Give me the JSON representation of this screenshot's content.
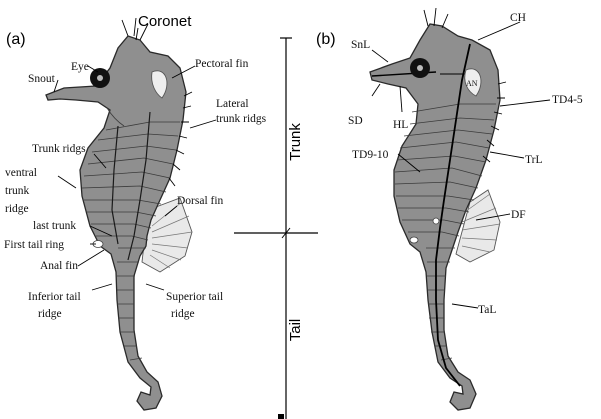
{
  "figure": {
    "panel_a": {
      "tag": "(a)",
      "labels": {
        "coronet": "Coronet",
        "eye": "Eye",
        "snout": "Snout",
        "pectoral_fin": "Pectoral fin",
        "lateral_1": "Lateral",
        "lateral_2": "trunk ridgs",
        "trunk_ridgs": "Trunk ridgs",
        "ventral_1": "ventral",
        "ventral_2": "trunk",
        "ventral_3": "ridge",
        "dorsal_fin": "Dorsal fin",
        "last_trunk": "last trunk",
        "first_tail_ring": "First tail ring",
        "anal_fin": "Anal fin",
        "inferior_1": "Inferior tail",
        "inferior_2": "ridge",
        "superior_1": "Superior tail",
        "superior_2": "ridge"
      },
      "regions": {
        "trunk": "Trunk",
        "tail": "Tail"
      }
    },
    "panel_b": {
      "tag": "(b)",
      "labels": {
        "ch": "CH",
        "snl": "SnL",
        "an": "AN",
        "td4_5": "TD4-5",
        "sd": "SD",
        "hl": "HL",
        "td9_10": "TD9-10",
        "trl": "TrL",
        "df": "DF",
        "tal": "TaL"
      }
    }
  }
}
